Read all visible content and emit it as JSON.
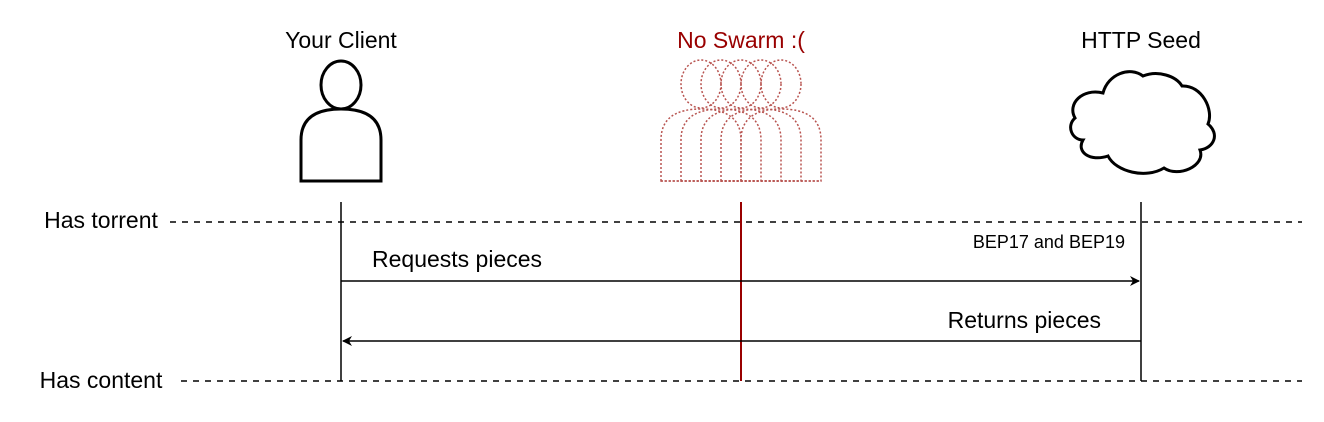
{
  "actors": {
    "client": {
      "label": "Your Client",
      "icon": "person-icon"
    },
    "swarm": {
      "label": "No Swarm :(",
      "icon": "crowd-icon",
      "color": "#990000"
    },
    "seed": {
      "label": "HTTP Seed",
      "icon": "cloud-icon"
    }
  },
  "states": {
    "has_torrent": "Has torrent",
    "has_content": "Has content"
  },
  "messages": {
    "spec_note": "BEP17 and BEP19",
    "request": "Requests pieces",
    "response": "Returns pieces"
  },
  "colors": {
    "ink": "#000000",
    "swarm": "#990000",
    "swarm_icon": "#b85450"
  }
}
